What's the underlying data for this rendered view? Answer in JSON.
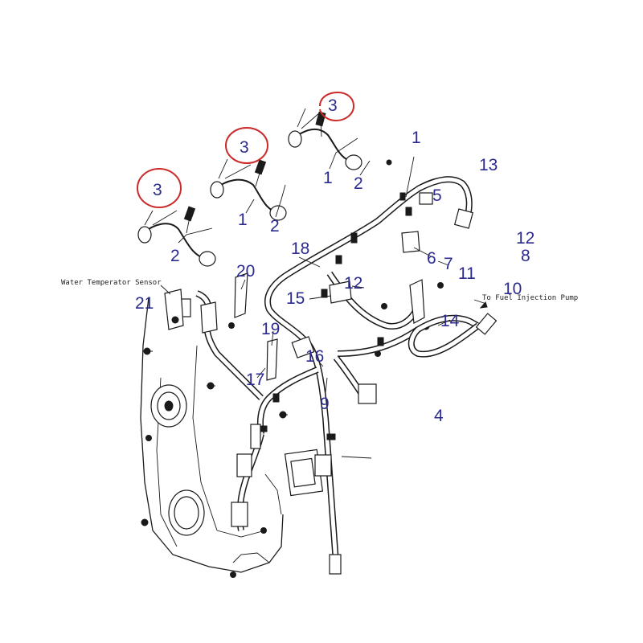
{
  "colors": {
    "callout": "#2b2b8f",
    "highlight_ring": "#cc2a2a",
    "line": "#1a1a1a"
  },
  "notes": {
    "water_sensor": "Water Temperator Sensor",
    "fuel_pump": "To Fuel Injection Pump"
  },
  "callouts": {
    "c3a": "3",
    "c3b": "3",
    "c3c": "3",
    "c1a": "1",
    "c1b": "1",
    "c1c": "1",
    "c2a": "2",
    "c2b": "2",
    "c2c": "2",
    "c13": "13",
    "c5": "5",
    "c12a": "12",
    "c8": "8",
    "c6": "6",
    "c7": "7",
    "c11": "11",
    "c10": "10",
    "c18": "18",
    "c20": "20",
    "c21": "21",
    "c15": "15",
    "c12b": "12",
    "c19": "19",
    "c16": "16",
    "c14": "14",
    "c17": "17",
    "c9": "9",
    "c4": "4"
  },
  "highlighted_callouts": [
    "c3a",
    "c3b",
    "c3c"
  ]
}
